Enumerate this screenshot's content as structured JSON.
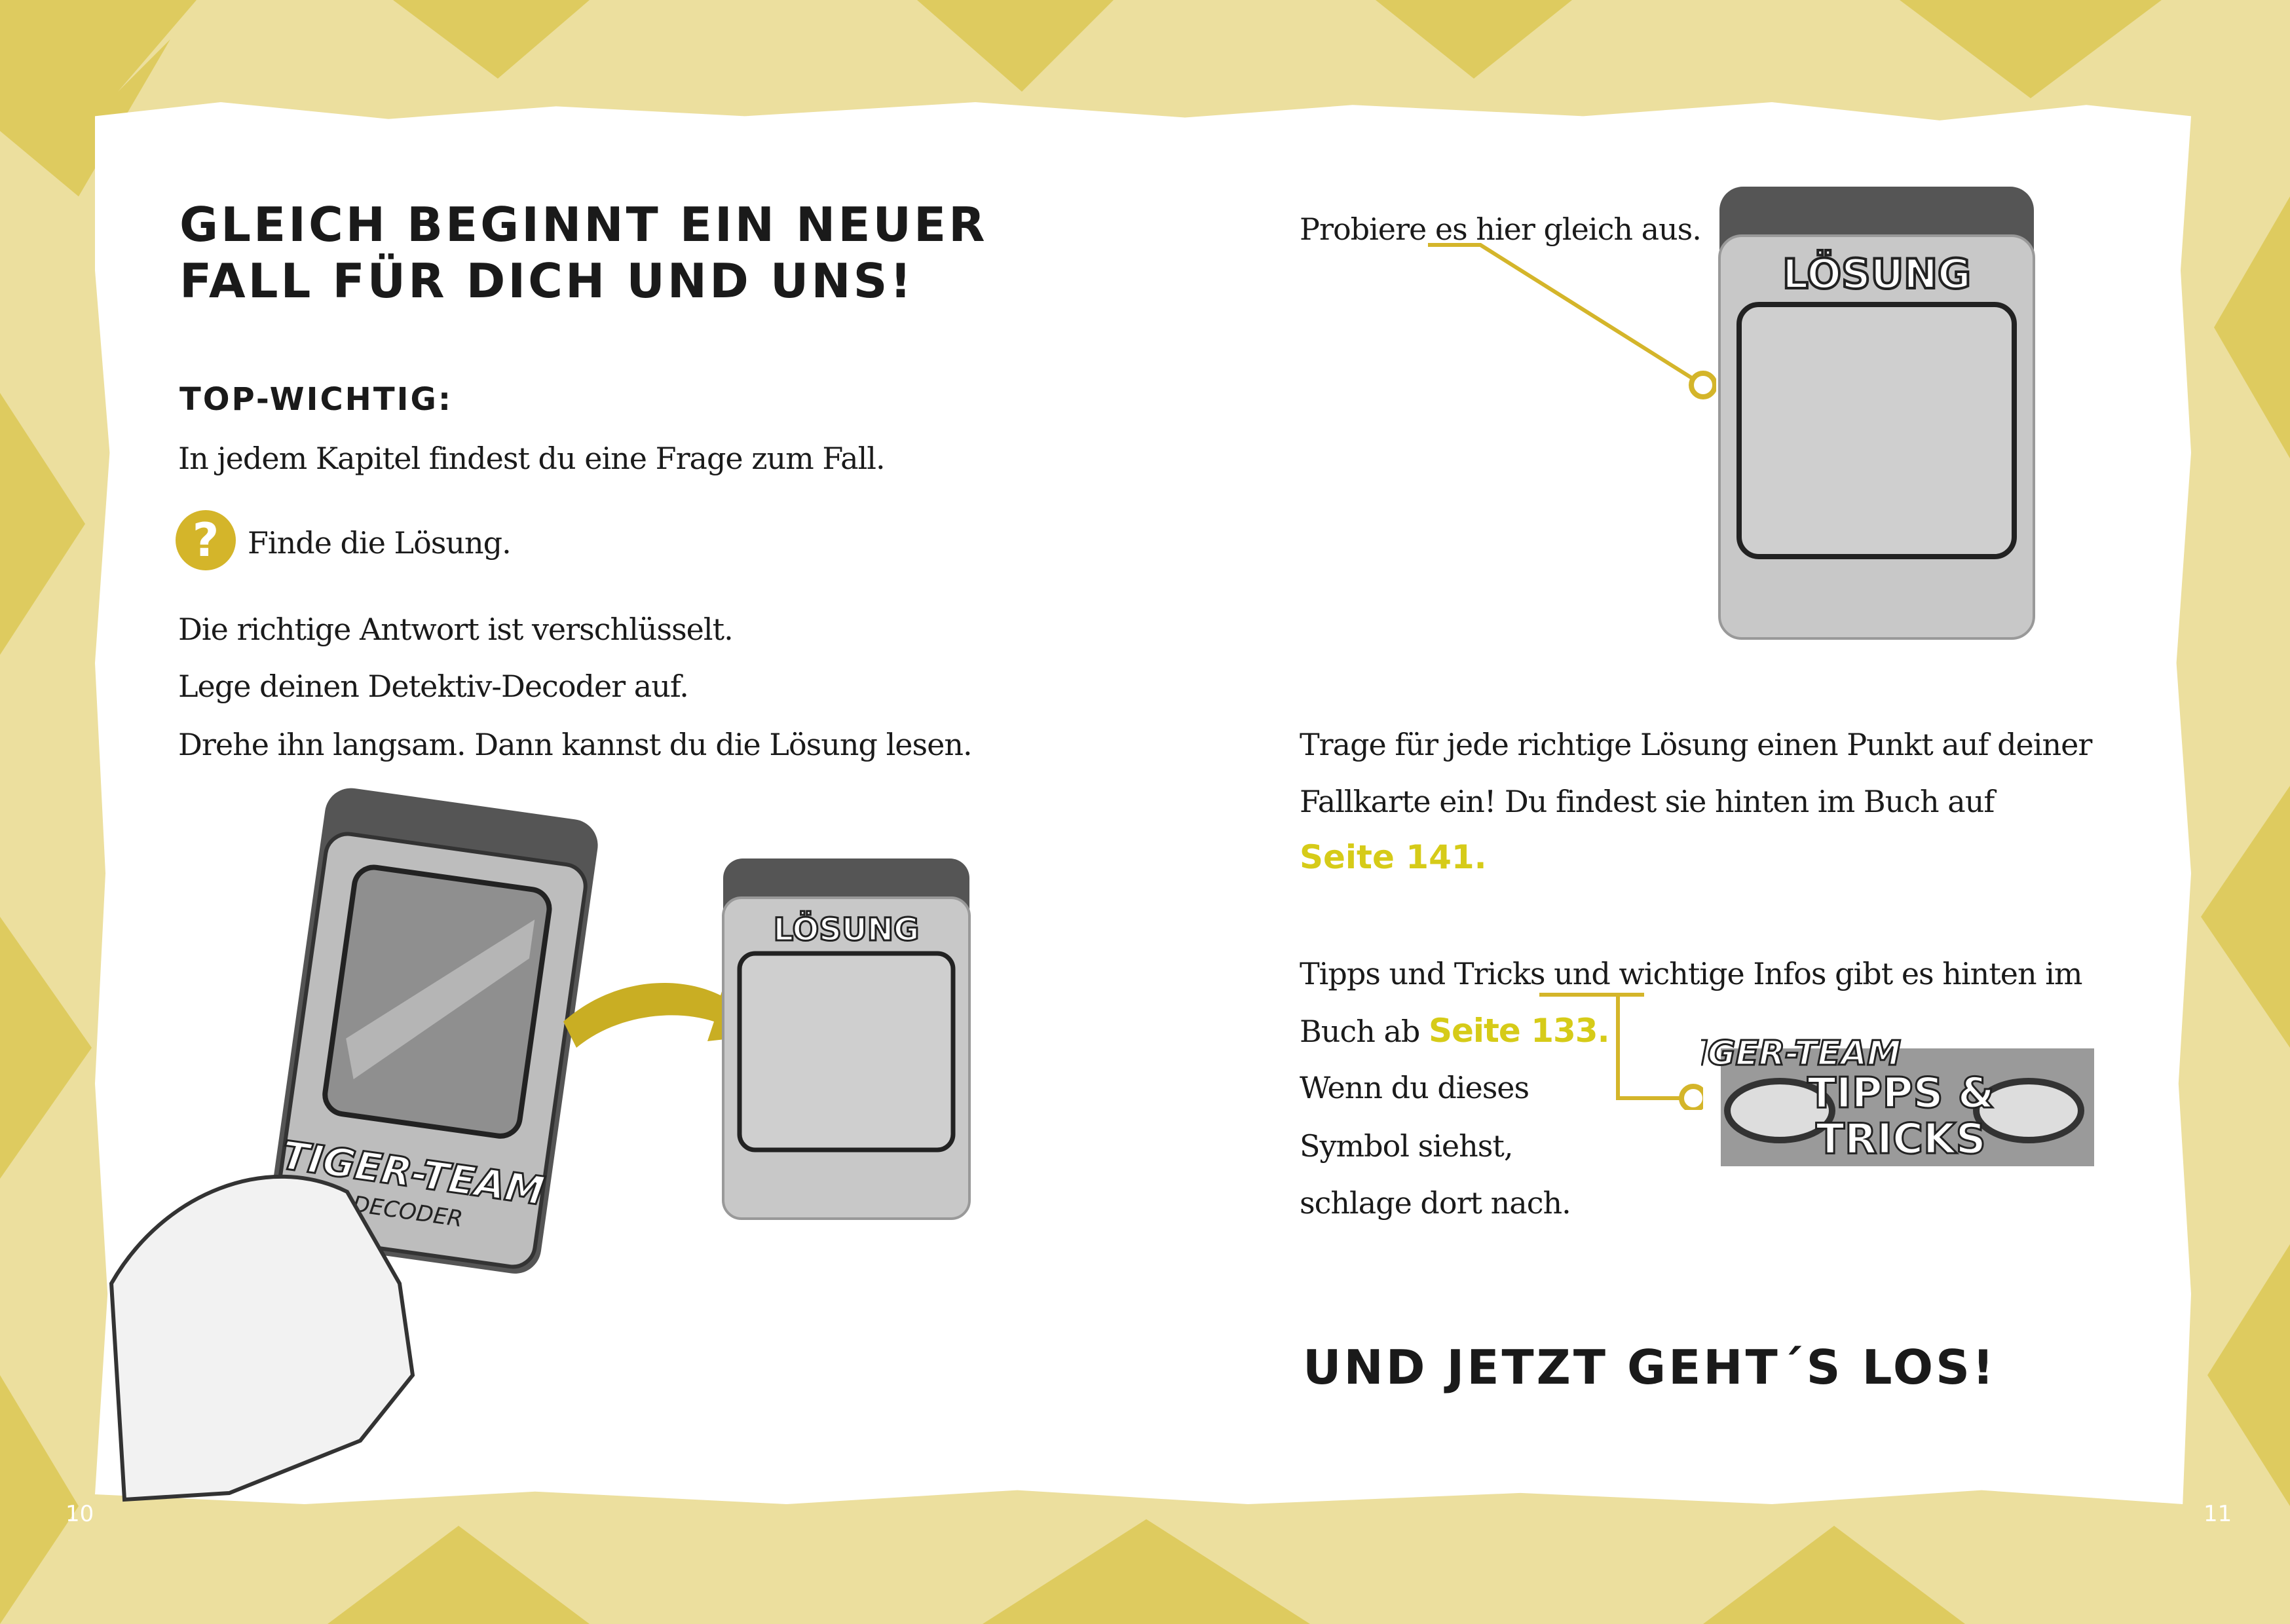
{
  "colors": {
    "accent": "#d4b52a",
    "link": "#d6cb18",
    "background": "#ecdf9e"
  },
  "left": {
    "title_line1": "GLEICH BEGINNT EIN NEUER",
    "title_line2": "FALL FÜR DICH UND UNS!",
    "subheading": "TOP-WICHTIG:",
    "para1": "In jedem Kapitel findest du eine Frage zum Fall.",
    "question_icon": "question-mark-icon",
    "question_line": "Finde die Lösung.",
    "lines": [
      "Die richtige Antwort ist verschlüsselt.",
      "Lege deinen Detektiv-Decoder auf.",
      "Drehe ihn langsam. Dann kannst du die Lösung lesen."
    ],
    "decoder_label": "TIGER-TEAM",
    "decoder_sub": "DECODER",
    "solution_label": "LÖSUNG",
    "page_number": "10"
  },
  "right": {
    "try_line": "Probiere es hier gleich aus.",
    "solution_label": "LÖSUNG",
    "points_lines": [
      "Trage für jede richtige Lösung einen Punkt auf deiner",
      "Fallkarte ein! Du findest sie hinten im Buch auf"
    ],
    "points_link": "Seite 141.",
    "tips_line1": "Tipps und Tricks und wichtige Infos gibt es hinten im",
    "tips_line2_prefix": "Buch ab ",
    "tips_link": "Seite 133.",
    "tips_lines": [
      "Wenn du dieses",
      "Symbol siehst,",
      "schlage dort nach."
    ],
    "badge_top": "TIGER-TEAM",
    "badge_line1": "TIPPS &",
    "badge_line2": "TRICKS",
    "closing": "UND JETZT GEHT´S LOS!",
    "page_number": "11"
  }
}
